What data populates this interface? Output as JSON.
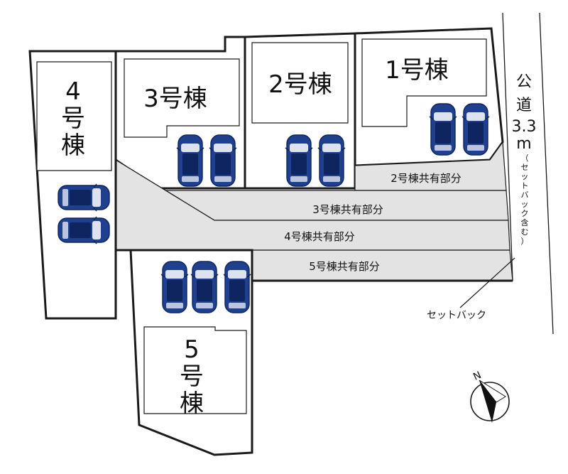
{
  "buildings": {
    "b1": "1号棟",
    "b2": "2号棟",
    "b3": "3号棟",
    "b4": [
      "4",
      "号",
      "棟"
    ],
    "b5": [
      "5",
      "号",
      "棟"
    ]
  },
  "shared_areas": {
    "s2": "2号棟共有部分",
    "s3": "3号棟共有部分",
    "s4": "4号棟共有部分",
    "s5": "5号棟共有部分"
  },
  "road": {
    "label": [
      "公",
      "道"
    ],
    "width": "3.3",
    "unit": "m",
    "note": [
      "（",
      "セ",
      "ッ",
      "ト",
      "バ",
      "ッ",
      "ク",
      "含",
      "む",
      "）"
    ]
  },
  "setback_label": "セットバック",
  "compass_letter": "N",
  "colors": {
    "car_body": "#1f3f8f",
    "car_dark": "#0f2560",
    "shared_fill": "#e3e3e3",
    "line": "#1a1a1a"
  }
}
